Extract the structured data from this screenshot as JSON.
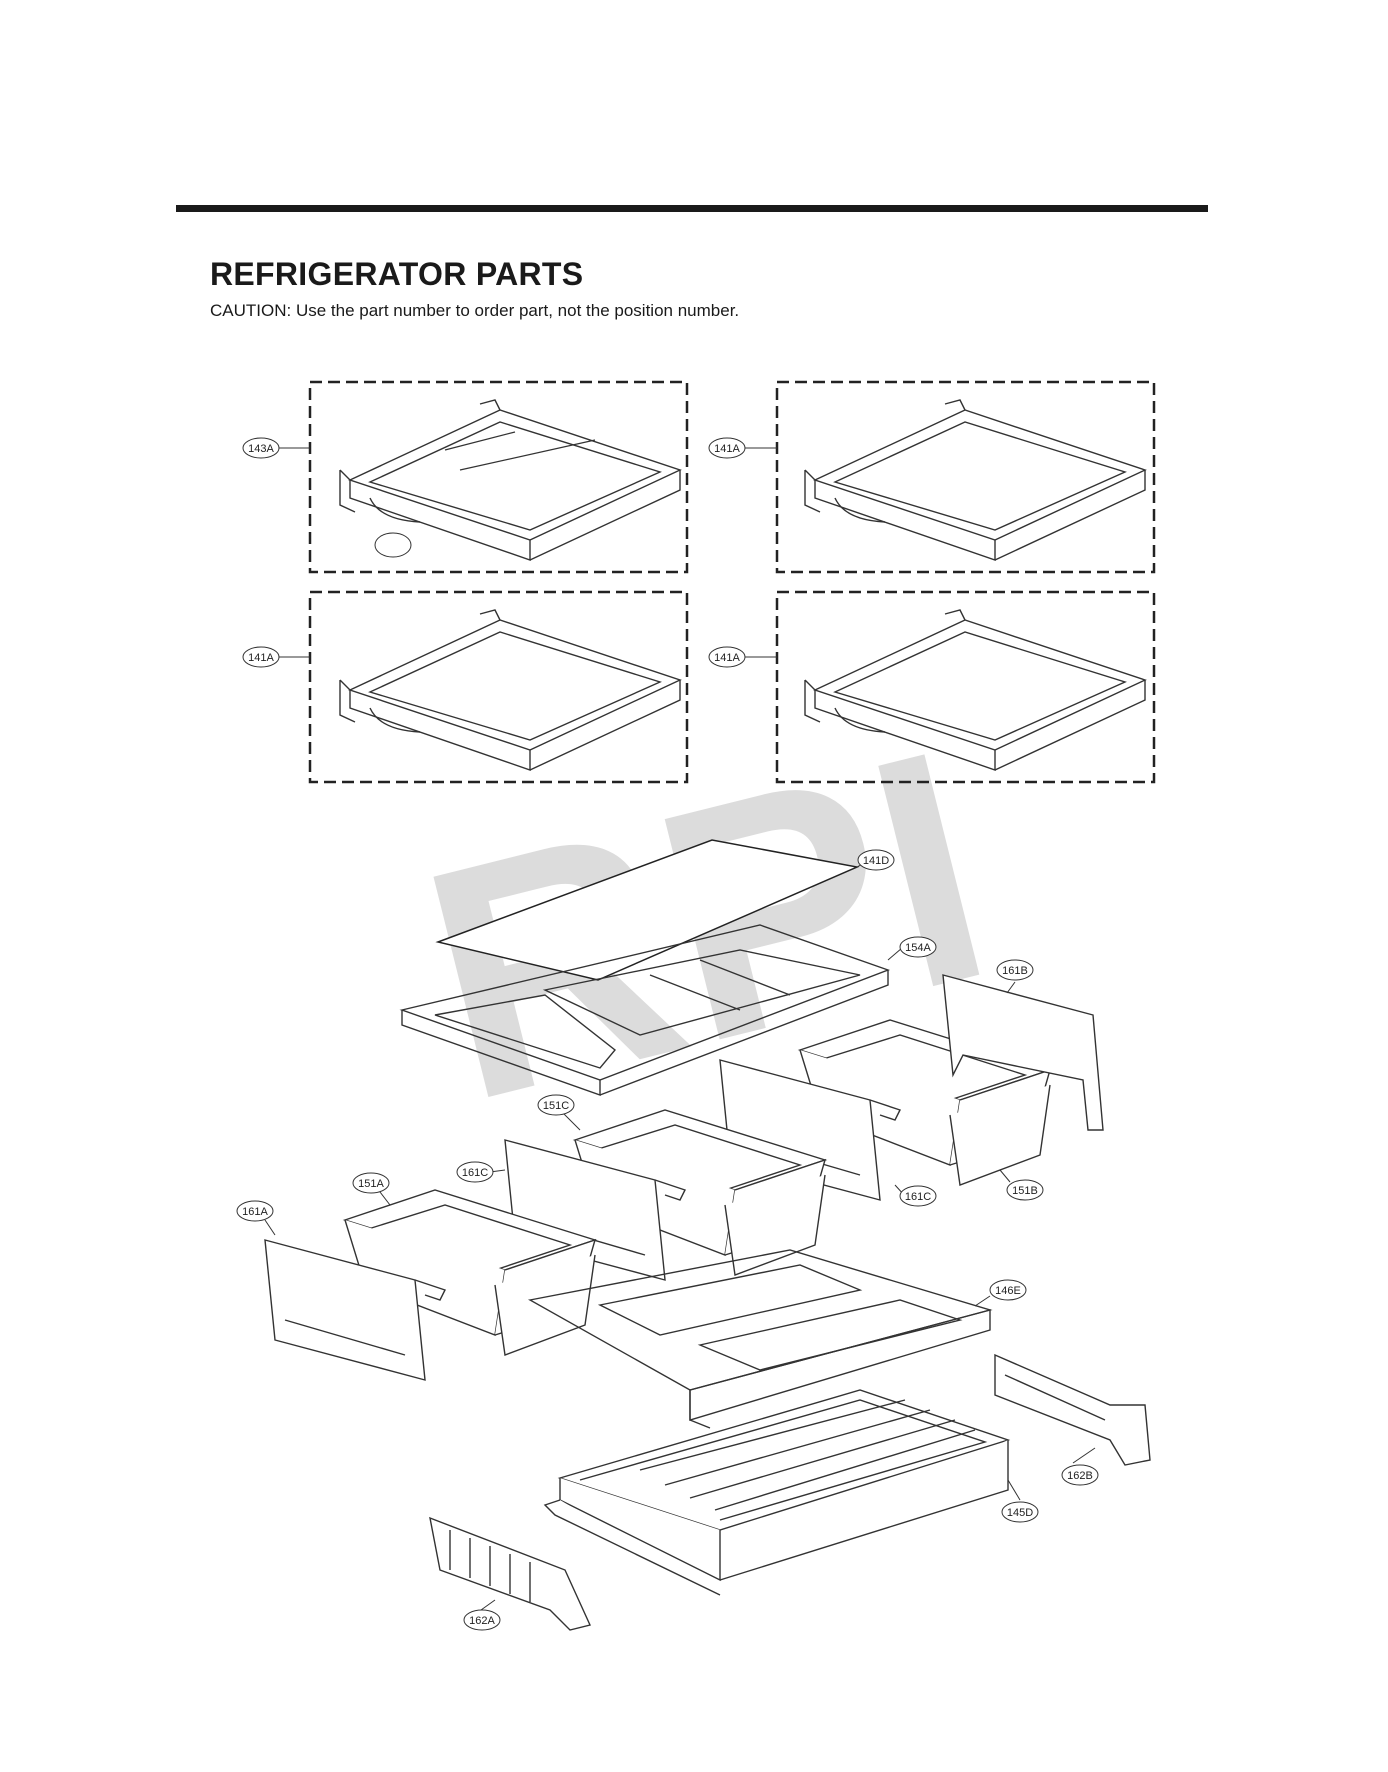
{
  "header": {
    "title": "REFRIGERATOR PARTS",
    "caution": "CAUTION: Use the part number to order part, not the position number."
  },
  "watermark": "RPI",
  "callouts": {
    "c143A": "143A",
    "c141A_1": "141A",
    "c141A_2": "141A",
    "c141A_3": "141A",
    "c141D": "141D",
    "c154A": "154A",
    "c161B": "161B",
    "c151C": "151C",
    "c161C_1": "161C",
    "c161C_2": "161C",
    "c151B": "151B",
    "c151A": "151A",
    "c161A": "161A",
    "c146E": "146E",
    "c162B": "162B",
    "c145D": "145D",
    "c162A": "162A"
  }
}
